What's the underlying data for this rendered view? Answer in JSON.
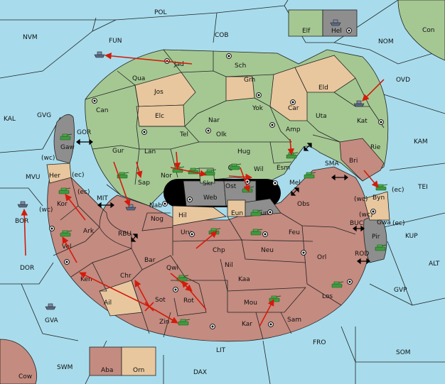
{
  "map": {
    "colors": {
      "sea": "#a8dcec",
      "green": "#a5c893",
      "tan": "#e8c79e",
      "red": "#c48b80",
      "gray": "#8e8e8e",
      "dark": "#000000",
      "arrow": "#d41b0b",
      "unit": "#3f9a3f"
    },
    "sea_labels": {
      "pol": "POL",
      "cob": "COB",
      "nvm": "NVM",
      "fun": "FUN",
      "nom": "NOM",
      "con": "Con",
      "ovd": "OVD",
      "kal": "KAL",
      "gvg": "GVG",
      "gor": "GOR",
      "kam": "KAM",
      "sma": "SMA",
      "mvu": "MVU",
      "tei": "TEI",
      "mit": "MIT",
      "bor": "BOR",
      "rbu": "RBU",
      "kup": "KUP",
      "buc": "BUC",
      "dor": "DOR",
      "rod": "ROD",
      "alt": "ALT",
      "gvp": "GVP",
      "gva": "GVA",
      "fro": "FRO",
      "lit": "LIT",
      "som": "SOM",
      "swm": "SWM",
      "dax": "DAX",
      "cow": "Cow"
    },
    "land_labels": {
      "jad": "Jad",
      "sch": "Sch",
      "qua": "Qua",
      "jos": "Jos",
      "grh": "Grh",
      "eld": "Eld",
      "can": "Can",
      "elc": "Elc",
      "yok": "Yok",
      "car": "Car",
      "uta": "Uta",
      "kat": "Kat",
      "nar": "Nar",
      "tel": "Tel",
      "olk": "Olk",
      "amp": "Amp",
      "gaw": "Gaw",
      "gur": "Gur",
      "lan": "Lan",
      "hug": "Hug",
      "rie": "Rie",
      "bri": "Bri",
      "esm": "Esm",
      "wil": "Wil",
      "nor": "Nor",
      "skr": "Skr",
      "sap": "Sap",
      "her": "Her",
      "ost": "Ost",
      "mel": "Mel",
      "web": "Web",
      "byn": "Byn",
      "kor": "Kor",
      "nab": "Nab",
      "obs": "Obs",
      "eun": "Eun",
      "sun": "Sun",
      "hil": "Hil",
      "gwa": "Gwa",
      "nog": "Nog",
      "ark": "Ark",
      "uru": "Uru",
      "feu": "Feu",
      "pir": "Pir",
      "chp": "Chp",
      "neu": "Neu",
      "vel": "Vel",
      "bar": "Bar",
      "orl": "Orl",
      "qwi": "Qwi",
      "nil": "Nil",
      "chr": "Chr",
      "ken": "Ken",
      "kaa": "Kaa",
      "los": "Los",
      "rot": "Rot",
      "sot": "Sot",
      "mou": "Mou",
      "ail": "Ail",
      "zin": "Zin",
      "kar": "Kar",
      "sam": "Sam",
      "elf": "Elf",
      "hel": "Hel",
      "aba": "Aba",
      "orn": "Orn"
    },
    "coast_marks": {
      "wc": "(wc)",
      "ec": "(ec)"
    }
  }
}
